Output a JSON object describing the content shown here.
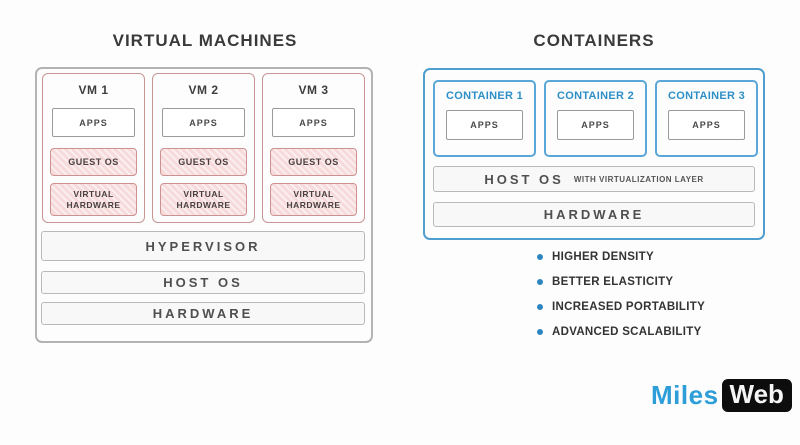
{
  "left_panel": {
    "title": "VIRTUAL MACHINES",
    "vms": [
      {
        "name": "VM 1",
        "apps": "APPS",
        "guest_os": "GUEST OS",
        "virtual_hardware": "VIRTUAL HARDWARE"
      },
      {
        "name": "VM 2",
        "apps": "APPS",
        "guest_os": "GUEST OS",
        "virtual_hardware": "VIRTUAL HARDWARE"
      },
      {
        "name": "VM 3",
        "apps": "APPS",
        "guest_os": "GUEST OS",
        "virtual_hardware": "VIRTUAL HARDWARE"
      }
    ],
    "hypervisor": "HYPERVISOR",
    "host_os": "HOST OS",
    "hardware": "HARDWARE"
  },
  "right_panel": {
    "title": "CONTAINERS",
    "containers": [
      {
        "name": "CONTAINER 1",
        "apps": "APPS"
      },
      {
        "name": "CONTAINER 2",
        "apps": "APPS"
      },
      {
        "name": "CONTAINER 3",
        "apps": "APPS"
      }
    ],
    "host_os": "HOST OS",
    "host_os_note": "WITH VIRTUALIZATION LAYER",
    "hardware": "HARDWARE",
    "benefits": [
      "HIGHER DENSITY",
      "BETTER ELASTICITY",
      "INCREASED PORTABILITY",
      "ADVANCED SCALABILITY"
    ]
  },
  "branding": {
    "logo_part_1": "Miles",
    "logo_part_2": "Web"
  },
  "colors": {
    "accent_blue_border": "#4f9fce",
    "accent_blue_text": "#2e8fc7",
    "bullet_blue": "#2e86c1",
    "pink_fill": "#f7dada",
    "red_border": "#cf9090",
    "gray_border": "#b3b3b3",
    "bar_fill": "#f8f8f8",
    "dark_text": "#3a3a3a",
    "logo_blue": "#2d9ed8",
    "logo_badge_bg": "#0d0d0d"
  }
}
